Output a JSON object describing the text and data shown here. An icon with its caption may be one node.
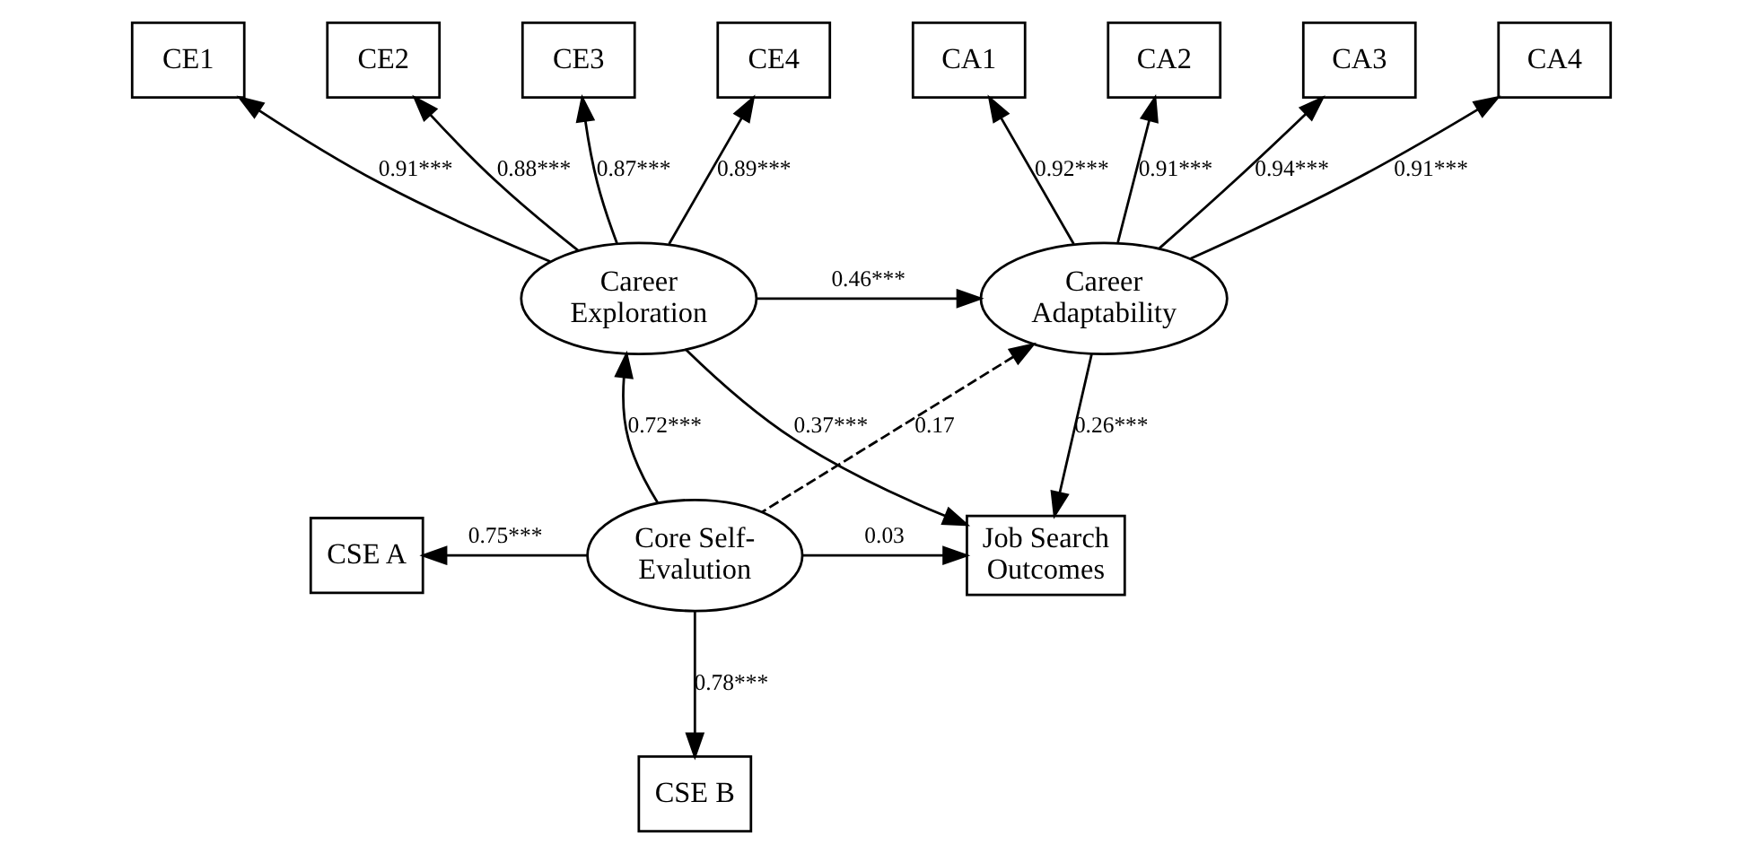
{
  "diagram": {
    "nodes": [
      {
        "text": [
          "CE1"
        ]
      },
      {
        "text": [
          "CE2"
        ]
      },
      {
        "text": [
          "CE3"
        ]
      },
      {
        "text": [
          "CE4"
        ]
      },
      {
        "text": [
          "CA1"
        ]
      },
      {
        "text": [
          "CA2"
        ]
      },
      {
        "text": [
          "CA3"
        ]
      },
      {
        "text": [
          "CA4"
        ]
      },
      {
        "text": [
          "Career Exploration"
        ]
      },
      {
        "text": [
          "Career Adaptability"
        ]
      },
      {
        "text": [
          "CSE A"
        ]
      },
      {
        "text": [
          "Core Self- Evalution"
        ]
      },
      {
        "text": [
          "Job Search Outcomes"
        ]
      },
      {
        "text": [
          "CSE B"
        ]
      }
    ],
    "edges": [
      {
        "from": 8,
        "to": 0,
        "arrow": "to",
        "label": "0.91***"
      },
      {
        "from": 8,
        "to": 1,
        "arrow": "to",
        "label": "0.88***"
      },
      {
        "from": 8,
        "to": 2,
        "arrow": "to",
        "label": "0.87***"
      },
      {
        "from": 8,
        "to": 3,
        "arrow": "to",
        "label": "0.89***"
      },
      {
        "from": 9,
        "to": 4,
        "arrow": "to",
        "label": "0.92***"
      },
      {
        "from": 9,
        "to": 5,
        "arrow": "to",
        "label": "0.91***"
      },
      {
        "from": 9,
        "to": 6,
        "arrow": "to",
        "label": "0.94***"
      },
      {
        "from": 9,
        "to": 7,
        "arrow": "to",
        "label": "0.91***"
      },
      {
        "from": 8,
        "to": 9,
        "arrow": "to",
        "label": "0.46***"
      },
      {
        "from": 11,
        "to": 8,
        "arrow": "to",
        "label": "0.72***"
      },
      {
        "from": 11,
        "to": 9,
        "arrow": "to",
        "label": "0.17",
        "style": "dashed"
      },
      {
        "from": 8,
        "to": 12,
        "arrow": "to",
        "label": "0.37***"
      },
      {
        "from": 9,
        "to": 12,
        "arrow": "to",
        "label": "0.26***"
      },
      {
        "from": 11,
        "to": 12,
        "arrow": "to",
        "label": "0.03"
      },
      {
        "from": 11,
        "to": 10,
        "arrow": "to",
        "label": "0.75***"
      },
      {
        "from": 11,
        "to": 13,
        "arrow": "to",
        "label": "0.78***"
      }
    ]
  }
}
